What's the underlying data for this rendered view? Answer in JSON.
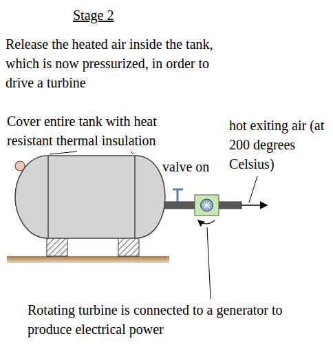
{
  "diagram": {
    "title": "Stage 2",
    "labels": [
      "Release the heated air inside the tank, which is now pressurized, in order to drive a turbine",
      "Cover entire tank with heat resistant thermal insulation",
      "valve on",
      "hot exiting air (at 200 degrees Celsius)",
      "Rotating turbine is connected to a generator to produce electrical power"
    ]
  }
}
